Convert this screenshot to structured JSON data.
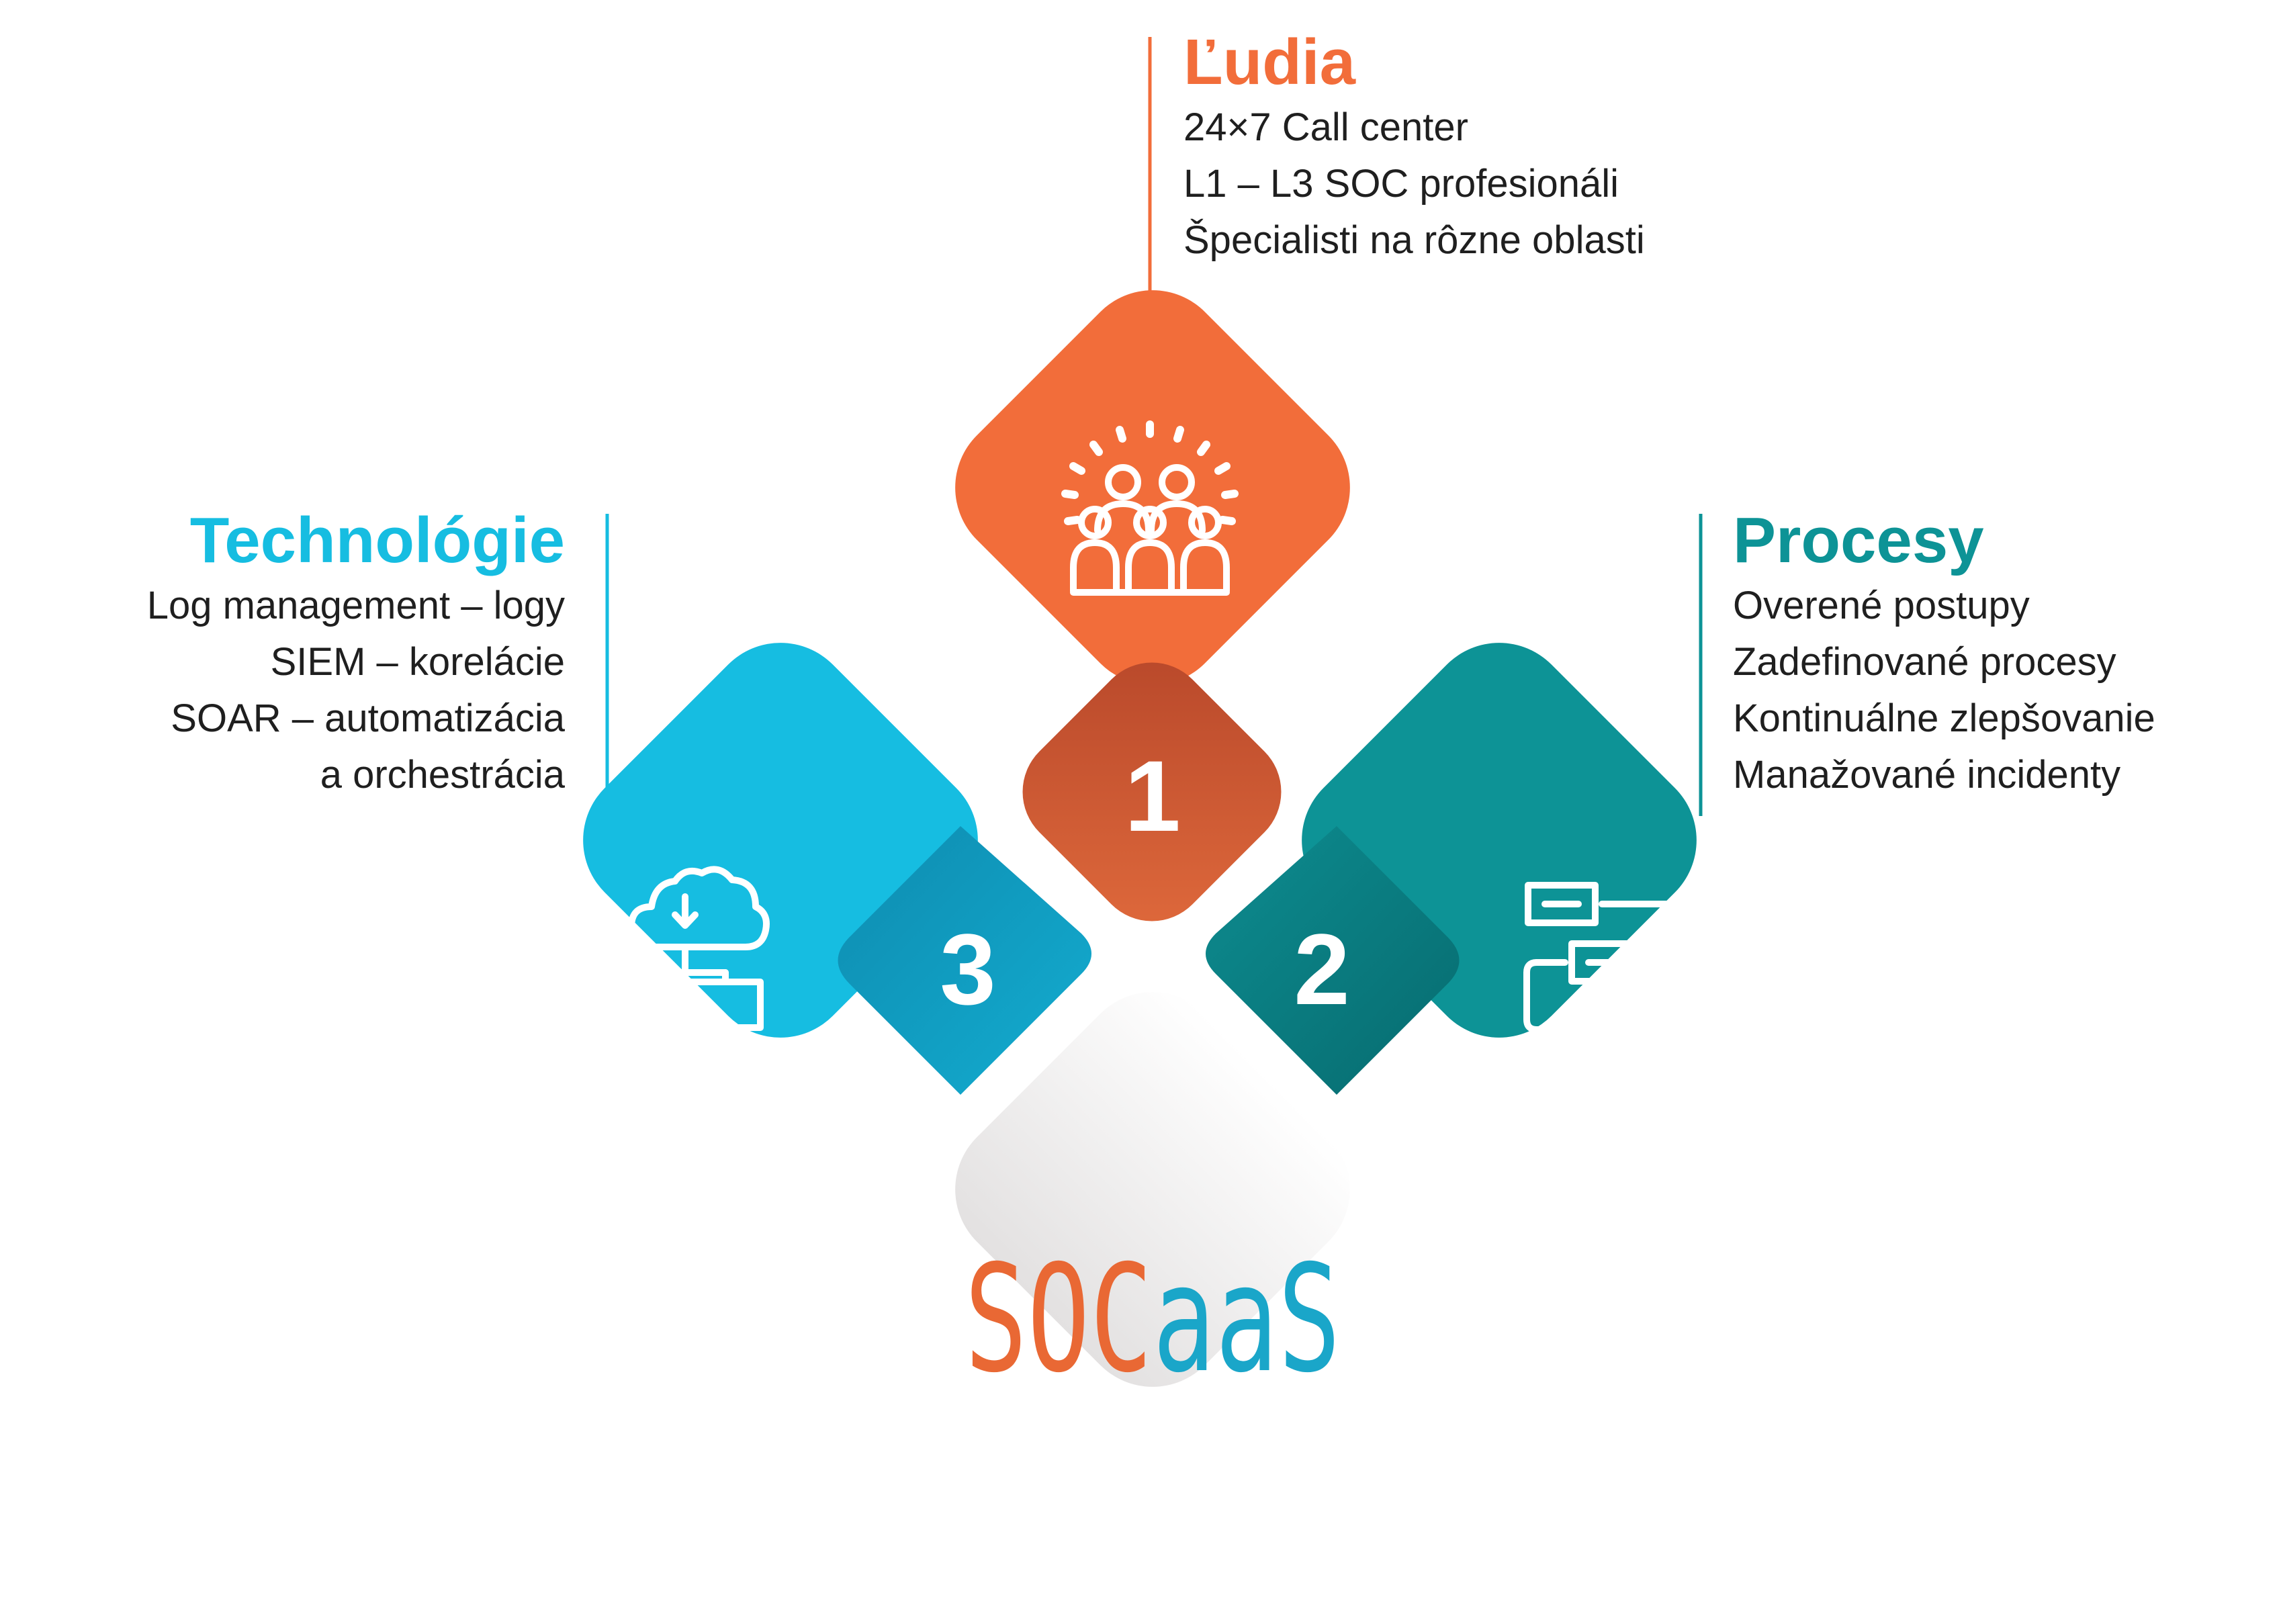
{
  "colors": {
    "people": "#f26d3a",
    "process": "#0d9396",
    "technology": "#16bde1",
    "brand_gray": "#e6e4e4"
  },
  "people": {
    "title": "Ľudia",
    "number": "1",
    "icon": "people-group-icon",
    "lines": [
      "24×7 Call center",
      "L1 – L3 SOC profesionáli",
      "Špecialisti na rôzne oblasti"
    ]
  },
  "process": {
    "title": "Procesy",
    "number": "2",
    "icon": "process-flow-icon",
    "lines": [
      "Overené postupy",
      "Zadefinované procesy",
      "Kontinuálne zlepšovanie",
      "Manažované incidenty"
    ]
  },
  "technology": {
    "title": "Technológie",
    "number": "3",
    "icon": "cloud-network-icon",
    "lines": [
      "Log management – logy",
      "SIEM – korelácie",
      "SOAR – automatizácia",
      "a orchestrácia"
    ]
  },
  "brand": {
    "text_orange": "SOC",
    "text_blue": "aaS"
  }
}
